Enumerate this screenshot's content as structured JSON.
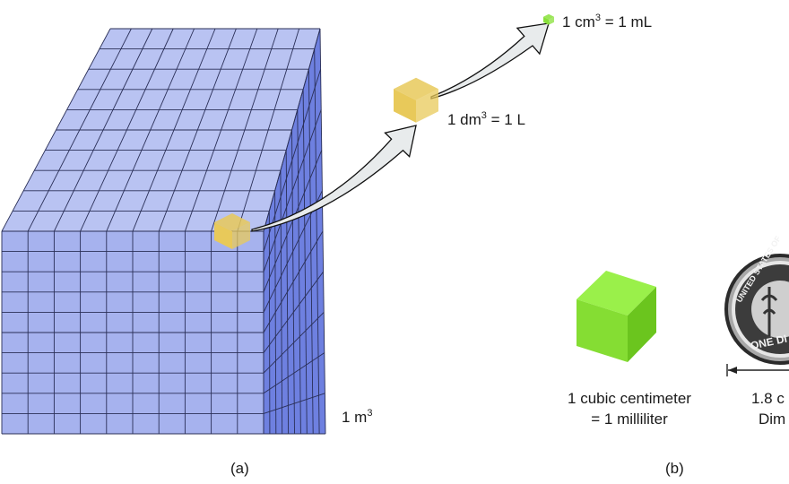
{
  "panel_a": {
    "label": "(a)",
    "volume_label": {
      "value": "1 m",
      "exponent": "3"
    },
    "dm_label": {
      "value": "1 dm",
      "exponent": "3",
      "equals": " = 1 L"
    },
    "cm_label": {
      "value": "1 cm",
      "exponent": "3",
      "equals": " = 1 mL"
    }
  },
  "panel_b": {
    "label": "(b)",
    "cube_caption": {
      "line1": "1 cubic centimeter",
      "line2": "= 1 milliliter"
    },
    "dime_caption": {
      "line1": "1.8 c",
      "line2": "Dim"
    },
    "dime_text": {
      "top": "UNITED STATES OF",
      "bottom": "ONE DI"
    }
  },
  "colors": {
    "cube_top": "#b9c3f2",
    "cube_left": "#a6b2ee",
    "cube_right": "#6e80e0",
    "grid_line": "#2a2f57",
    "dm_cube": "#e8c95a",
    "cm_cube": "#88e03a",
    "arrow_fill": "#e8ebec"
  },
  "icons": [
    "big-cube",
    "decimeter-cube",
    "centimeter-cube",
    "curved-arrow",
    "green-cube",
    "dime-coin",
    "dimension-arrow"
  ]
}
